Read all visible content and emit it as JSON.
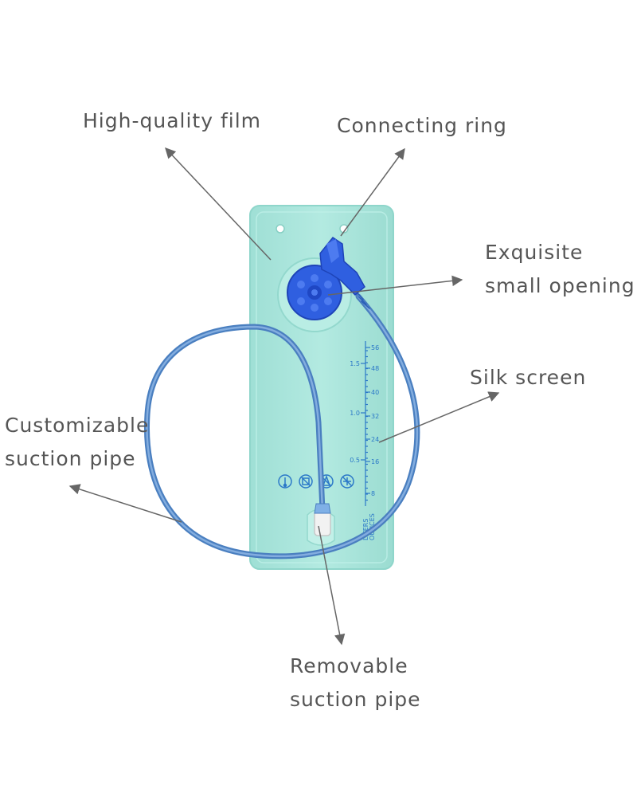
{
  "callouts": {
    "film": {
      "lines": [
        "High-quality film"
      ]
    },
    "ring": {
      "lines": [
        "Connecting ring"
      ]
    },
    "opening": {
      "lines": [
        "Exquisite",
        "small opening"
      ]
    },
    "silk": {
      "lines": [
        "Silk screen"
      ]
    },
    "custom": {
      "lines": [
        "Customizable",
        "suction pipe"
      ]
    },
    "removable": {
      "lines": [
        "Removable",
        "suction pipe"
      ]
    }
  },
  "scale": {
    "liters": [
      "1.5",
      "1.0",
      "0.5"
    ],
    "ounces": [
      "56",
      "48",
      "40",
      "32",
      "24",
      "16",
      "8"
    ],
    "unit_liters": "LITERS",
    "unit_ounces": "OUNCES"
  },
  "colors": {
    "bladder": "#a4e3d9",
    "bladder_edge": "#8fd6cb",
    "tube": "#5a8cc9",
    "cap": "#2f5fe0",
    "print": "#2b78c8",
    "arrow": "#666666",
    "label": "#555555"
  },
  "icons": [
    "thermometer-icon",
    "no-dishwasher-icon",
    "no-bleach-icon",
    "no-freeze-icon"
  ]
}
